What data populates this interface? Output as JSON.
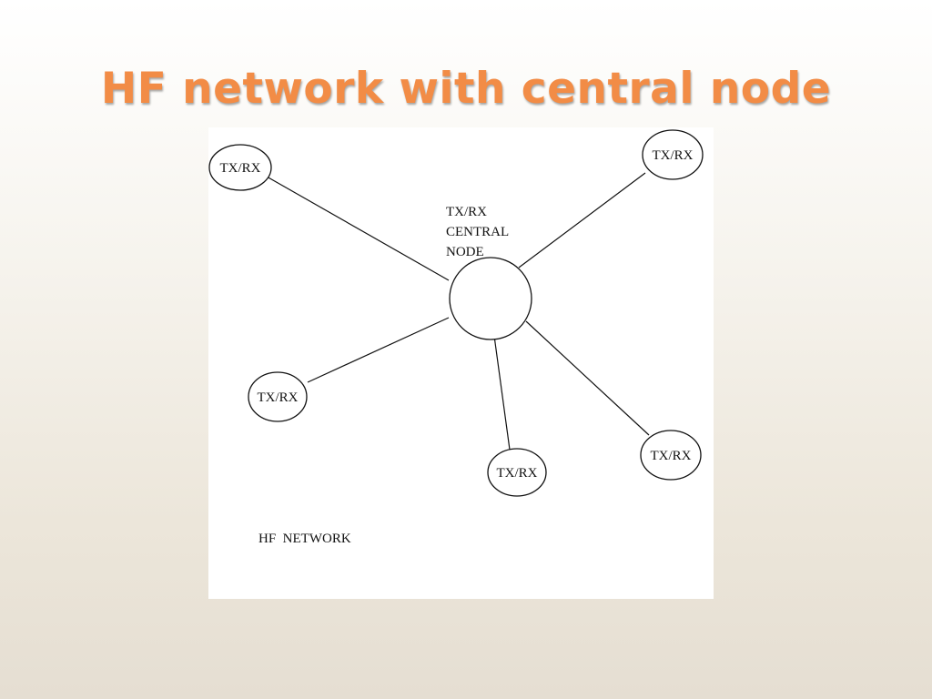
{
  "slide": {
    "title": "HF network with central node"
  },
  "diagram": {
    "central_node": {
      "label_lines": [
        "TX/RX",
        "CENTRAL",
        "NODE"
      ]
    },
    "nodes": [
      {
        "id": "top-left",
        "label": "TX/RX"
      },
      {
        "id": "top-right",
        "label": "TX/RX"
      },
      {
        "id": "left",
        "label": "TX/RX"
      },
      {
        "id": "bottom-middle",
        "label": "TX/RX"
      },
      {
        "id": "bottom-right",
        "label": "TX/RX"
      }
    ],
    "caption": "HF  NETWORK"
  },
  "colors": {
    "title": "#f28c46",
    "stroke": "#111111"
  }
}
